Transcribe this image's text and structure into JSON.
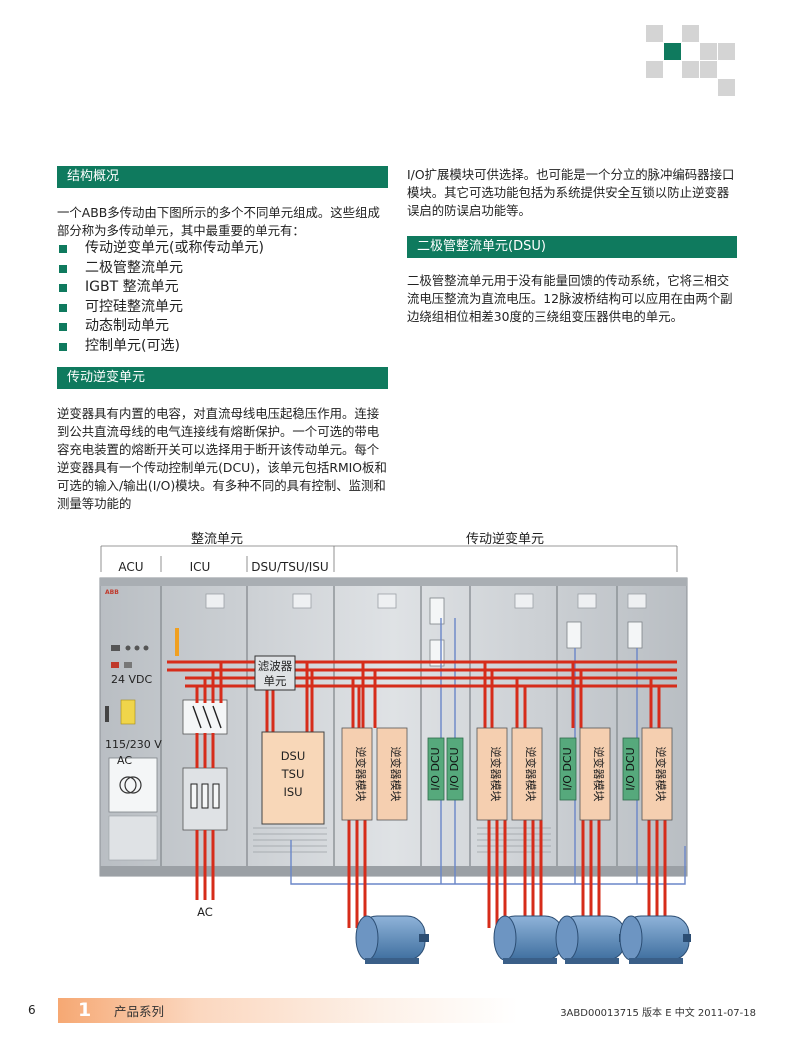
{
  "colors": {
    "accent": "#0f7a5e",
    "wire": "#d62c1a",
    "bus": "#6a86c8",
    "cabinet": "#c7cbcf",
    "dcu_green": "#56a97c",
    "module_peach": "#f5cfb0"
  },
  "sections": {
    "overview": {
      "heading": "结构概况",
      "intro": "一个ABB多传动由下图所示的多个不同单元组成。这些组成部分称为多传动单元，其中最重要的单元有：",
      "bullets": [
        "传动逆变单元(或称传动单元)",
        "二极管整流单元",
        "IGBT 整流单元",
        "可控硅整流单元",
        "动态制动单元",
        "控制单元(可选)"
      ]
    },
    "inverter": {
      "heading": "传动逆变单元",
      "body": "逆变器具有内置的电容，对直流母线电压起稳压作用。连接到公共直流母线的电气连接线有熔断保护。一个可选的带电容充电装置的熔断开关可以选择用于断开该传动单元。每个逆变器具有一个传动控制单元(DCU)，该单元包括RMIO板和可选的输入/输出(I/O)模块。有多种不同的具有控制、监测和测量等功能的",
      "continued": "I/O扩展模块可供选择。也可能是一个分立的脉冲编码器接口模块。其它可选功能包括为系统提供安全互锁以防止逆变器误启的防误启功能等。"
    },
    "dsu": {
      "heading": "二极管整流单元(DSU)",
      "body": "二极管整流单元用于没有能量回馈的传动系统，它将三相交流电压整流为直流电压。12脉波桥结构可以应用在由两个副边绕组相位相差30度的三绕组变压器供电的单元。"
    }
  },
  "diagram": {
    "group_rectifier": "整流单元",
    "group_inverter": "传动逆变单元",
    "col_acu": "ACU",
    "col_icu": "ICU",
    "col_dsu": "DSU/TSU/ISU",
    "label_24vdc": "24 VDC",
    "label_115_230": "115/230 V",
    "label_ac_supply": "AC",
    "filter_unit": [
      "滤波器",
      "单元"
    ],
    "rectifier_box": [
      "DSU",
      "TSU",
      "ISU"
    ],
    "inverter_module": "逆变器模块",
    "io_dcu": "I/O DCU",
    "ac_input": "AC",
    "abb_logo": "ABB"
  },
  "footer": {
    "page_number": "6",
    "chapter_number": "1",
    "chapter_title": "产品系列",
    "doc_ref": "3ABD00013715 版本 E 中文  2011-07-18"
  }
}
